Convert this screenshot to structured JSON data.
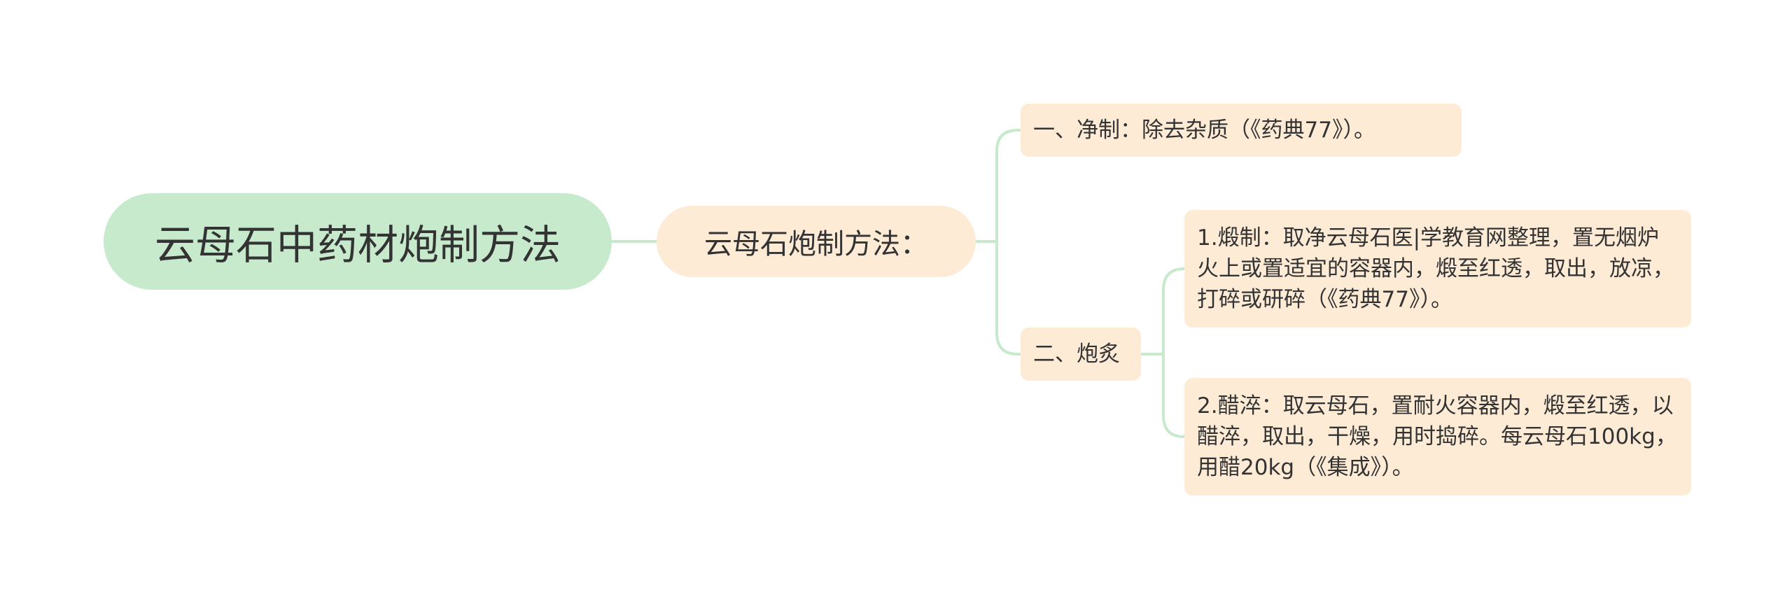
{
  "mindmap": {
    "root": {
      "label": "云母石中药材炮制方法"
    },
    "branch": {
      "label": "云母石炮制方法："
    },
    "items": [
      {
        "label": "一、净制：除去杂质（《药典77》）。"
      },
      {
        "label": "二、炮炙"
      }
    ],
    "sub_items": [
      {
        "label": "1.煅制：取净云母石医|学教育网整理，置无烟炉火上或置适宜的容器内，煅至红透，取出，放凉，打碎或研碎（《药典77》）。"
      },
      {
        "label": "2.醋淬：取云母石，置耐火容器内，煅至红透，以醋淬，取出，干燥，用时捣碎。每云母石100kg，用醋20kg（《集成》）。"
      }
    ]
  },
  "colors": {
    "root_fill": "#c6eacb",
    "node_fill": "#fdebd6",
    "connector": "#c6eacb",
    "text": "#333333"
  }
}
